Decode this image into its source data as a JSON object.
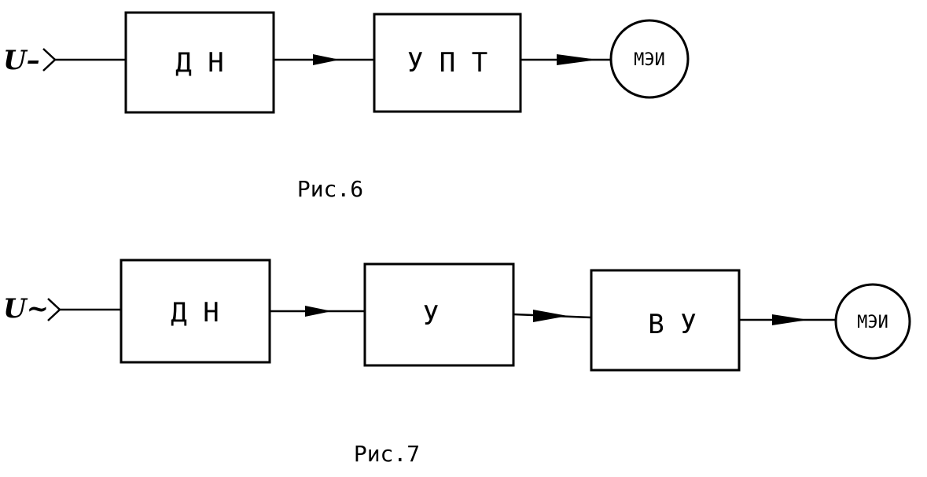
{
  "diagrams": [
    {
      "input": "U–",
      "blocks": [
        "Д Н",
        "У П Т"
      ],
      "output": "МЭИ",
      "caption": "Рис.6"
    },
    {
      "input": "U~",
      "blocks": [
        "Д Н",
        "У",
        "В У"
      ],
      "output": "МЭИ",
      "caption": "Рис.7"
    }
  ]
}
